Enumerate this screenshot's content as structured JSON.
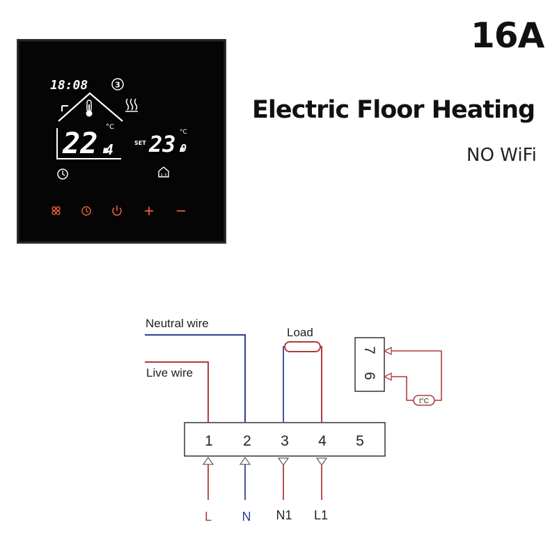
{
  "header": {
    "current": "16A",
    "title": "Electric Floor Heating",
    "connectivity": "NO WiFi"
  },
  "display": {
    "clock": "18:08",
    "program_number": "3",
    "room_temperature": "22.",
    "room_temperature_decimal": "4",
    "unit": "°C",
    "set_label": "SET",
    "set_temperature": "23.",
    "set_temperature_decimal": "0",
    "icons": [
      "thermometer-icon",
      "heat-waves-icon",
      "clock-icon",
      "schedule-icon"
    ],
    "buttons": [
      "menu-icon",
      "timer-icon",
      "power-icon",
      "plus-icon",
      "minus-icon"
    ],
    "colors": {
      "background": "#050505",
      "segments": "#ffffff",
      "buttons": "#e8603f"
    }
  },
  "wiring": {
    "neutral_label": "Neutral wire",
    "live_label": "Live wire",
    "load_label": "Load",
    "sensor_label": "t°C",
    "terminals": [
      "1",
      "2",
      "3",
      "4",
      "5"
    ],
    "sensor_terminals": [
      "7",
      "6"
    ],
    "bottom_labels": [
      "L",
      "N",
      "N1",
      "L1"
    ],
    "colors": {
      "live": "#b03a3a",
      "neutral": "#2e3f8f",
      "neutral_load": "#3d56a8",
      "live_load": "#b03a3a"
    }
  }
}
